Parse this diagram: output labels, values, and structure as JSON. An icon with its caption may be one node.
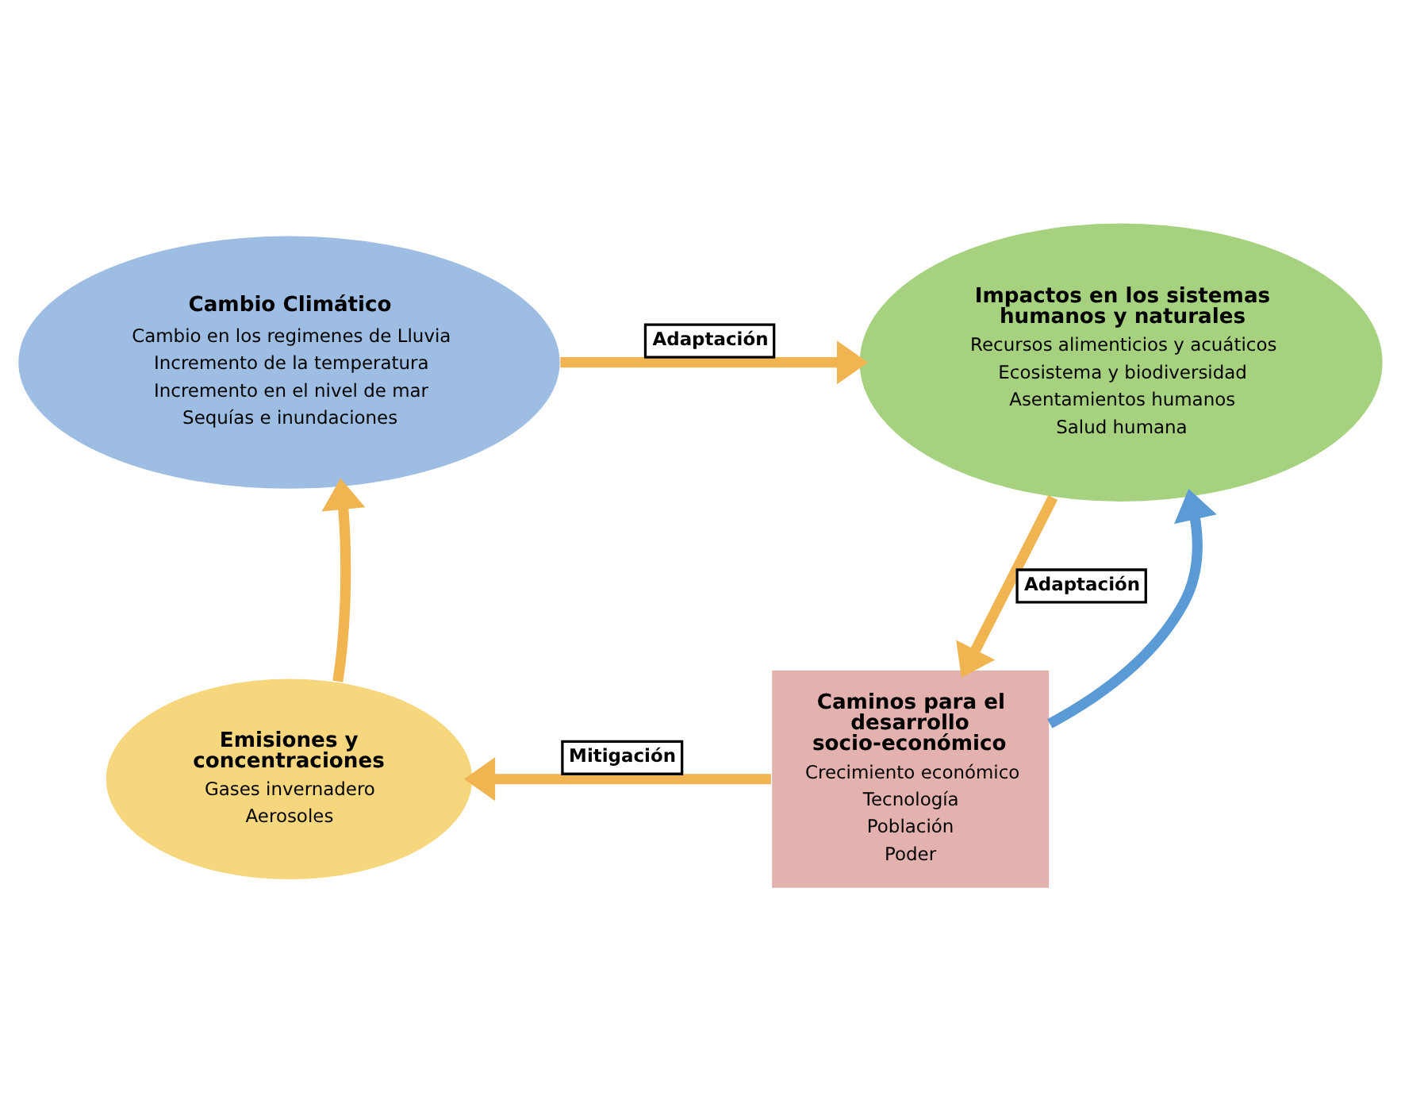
{
  "diagram": {
    "nodes": [
      {
        "text": [
          "Cambio Climático",
          "Cambio en los regimenes de Lluvia",
          "Incremento de la temperatura",
          "Incremento en el nivel de mar",
          "Sequías e inundaciones"
        ]
      },
      {
        "text": [
          "Impactos en los sistemas humanos y naturales",
          "Recursos alimenticios y acuáticos",
          "Ecosistema y biodiversidad",
          "Asentamientos humanos",
          "Salud humana"
        ]
      },
      {
        "text": [
          "Caminos para el desarrollo socio-económico",
          "Crecimiento económico",
          "Tecnología",
          "Población",
          "Poder"
        ]
      },
      {
        "text": [
          "Emisiones y concentraciones",
          "Gases invernadero",
          "Aerosoles"
        ]
      }
    ],
    "edges": [
      {
        "from": 0,
        "to": 1,
        "arrow": "to",
        "label": "Adaptación"
      },
      {
        "from": 1,
        "to": 2,
        "arrow": "to",
        "label": "Adaptación"
      },
      {
        "from": 2,
        "to": 1,
        "arrow": "to",
        "color": "#5b9bd5"
      },
      {
        "from": 2,
        "to": 3,
        "arrow": "to",
        "label": "Mitigación"
      },
      {
        "from": 3,
        "to": 0,
        "arrow": "to"
      }
    ]
  }
}
